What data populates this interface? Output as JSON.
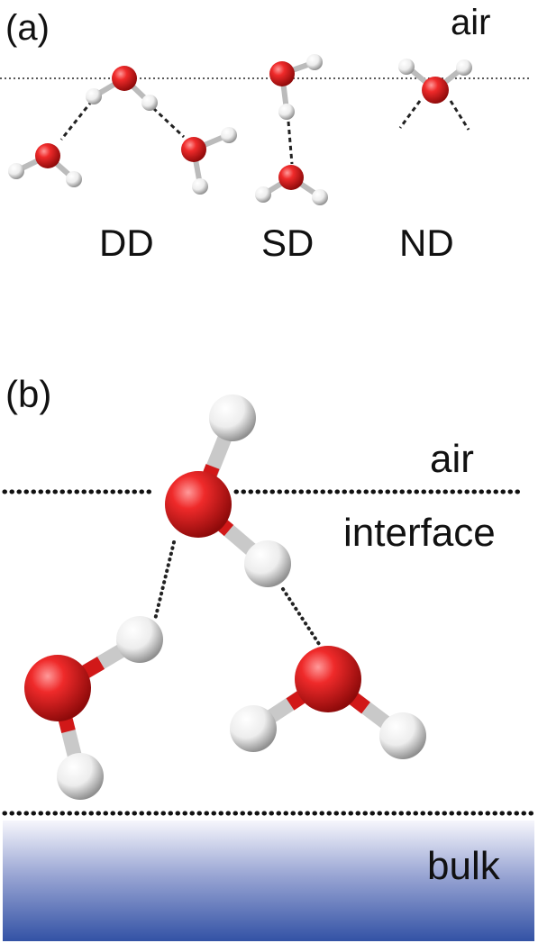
{
  "panel_a": {
    "label": "(a)",
    "phase_label": "air",
    "categories": [
      "DD",
      "SD",
      "ND"
    ]
  },
  "panel_b": {
    "label": "(b)",
    "regions": {
      "air": "air",
      "interface": "interface",
      "bulk": "bulk"
    }
  },
  "colors": {
    "oxygen": "#e0141c",
    "hydrogen": "#f2f2f2",
    "bulk_top": "#f4f4fb",
    "bulk_bottom": "#3553a6",
    "line": "#1a1a1a"
  }
}
